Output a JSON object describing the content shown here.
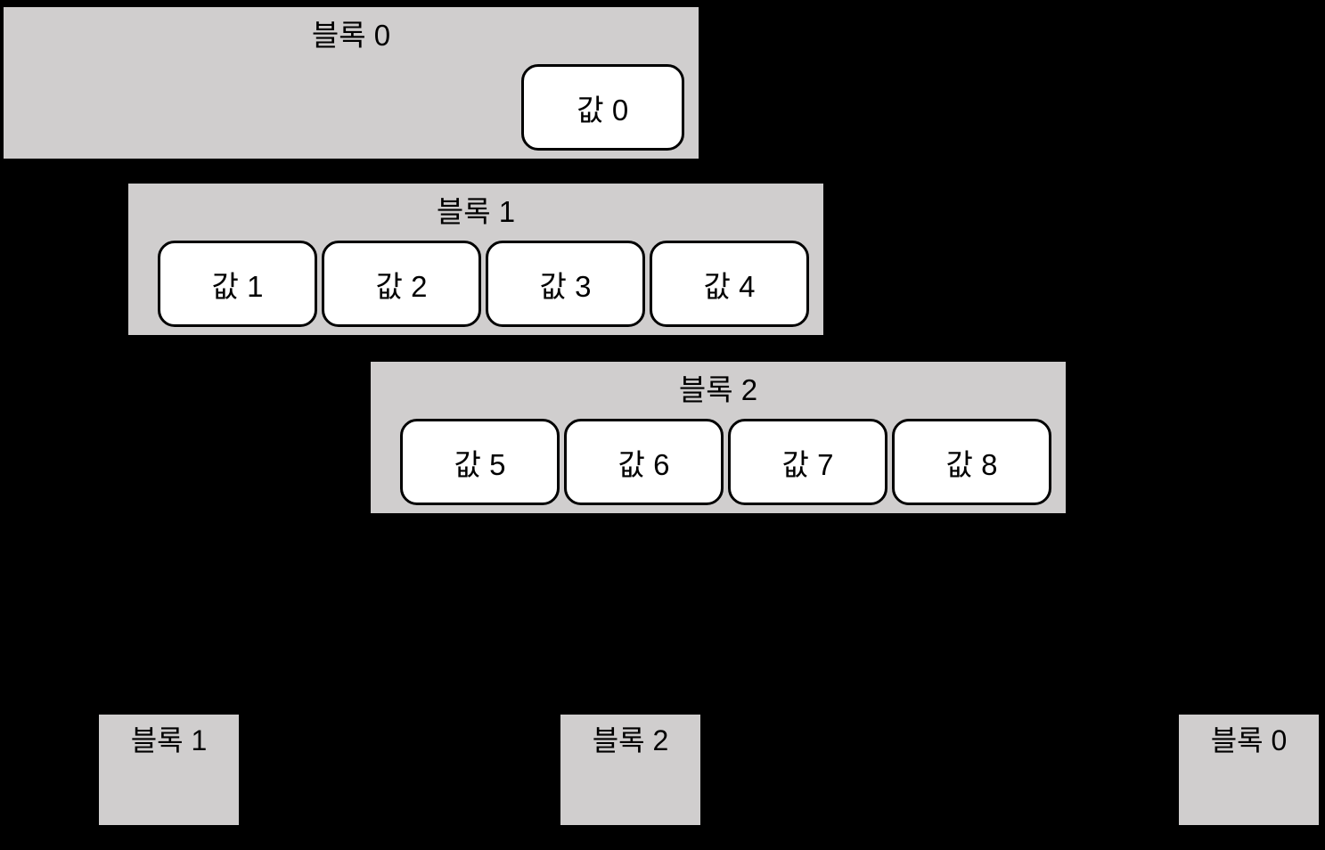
{
  "diagram": {
    "background_color": "#000000",
    "block_fill_color": "#d0cece",
    "value_box_fill_color": "#ffffff",
    "value_box_border_color": "#000000",
    "text_color": "#000000",
    "linked_blocks": [
      {
        "title": "블록 0",
        "values": [
          "값 0"
        ]
      },
      {
        "title": "블록 1",
        "values": [
          "값 1",
          "값 2",
          "값 3",
          "값 4"
        ]
      },
      {
        "title": "블록 2",
        "values": [
          "값 5",
          "값 6",
          "값 7",
          "값 8"
        ]
      }
    ],
    "free_blocks": [
      {
        "title": "블록 1"
      },
      {
        "title": "블록 2"
      },
      {
        "title": "블록 0"
      }
    ]
  }
}
